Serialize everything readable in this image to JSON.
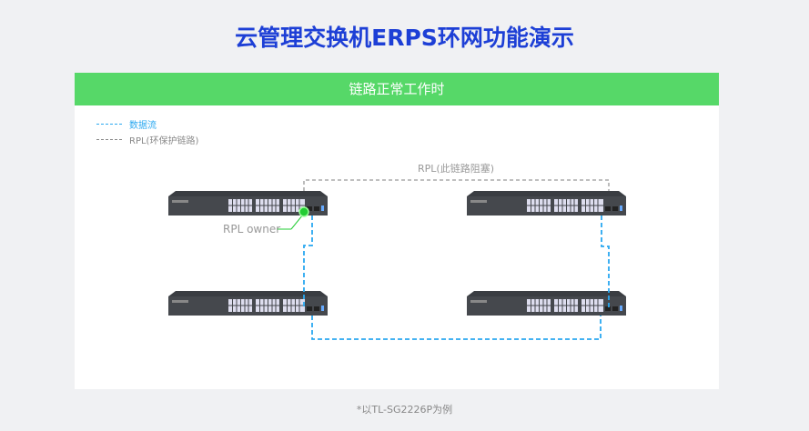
{
  "title": "云管理交换机ERPS环网功能演示",
  "banner": "链路正常工作时",
  "legend": {
    "data_flow": "数据流",
    "rpl": "RPL(环保护链路)"
  },
  "labels": {
    "rpl_blocked": "RPL(此链路阻塞)",
    "rpl_owner": "RPL owner"
  },
  "note": "*以TL-SG2226P为例",
  "colors": {
    "title": "#1d3fd6",
    "banner": "#56d868",
    "data_flow": "#2aa8f0",
    "rpl": "#999999",
    "owner": "#22cc33"
  }
}
